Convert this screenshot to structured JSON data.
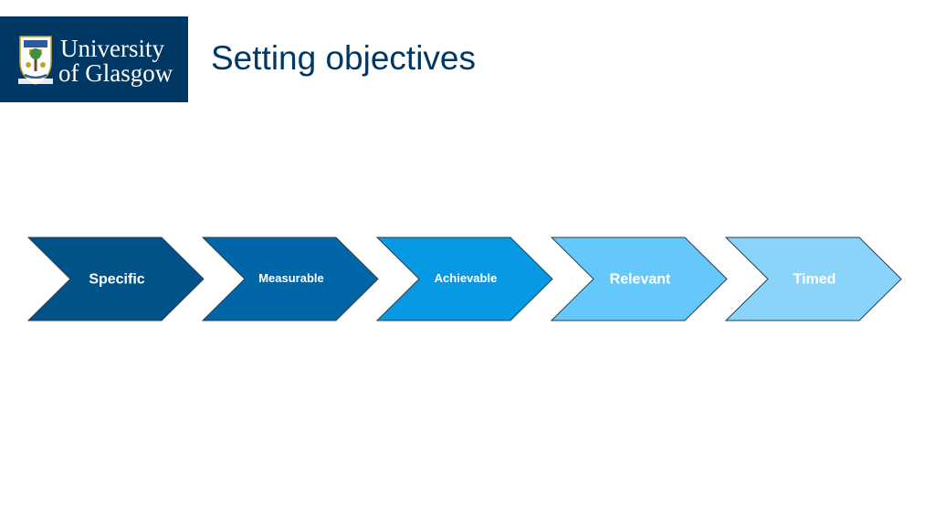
{
  "header": {
    "logo_line1": "University",
    "logo_line2": "of Glasgow",
    "title": "Setting objectives"
  },
  "colors": {
    "brand_navy": "#003865",
    "title_color": "#003865"
  },
  "steps": [
    {
      "label": "Specific",
      "color": "#005289",
      "size": "large"
    },
    {
      "label": "Measurable",
      "color": "#0066A8",
      "size": "small"
    },
    {
      "label": "Achievable",
      "color": "#0799E3",
      "size": "small"
    },
    {
      "label": "Relevant",
      "color": "#65C8FB",
      "size": "large"
    },
    {
      "label": "Timed",
      "color": "#8AD4FC",
      "size": "large"
    }
  ]
}
